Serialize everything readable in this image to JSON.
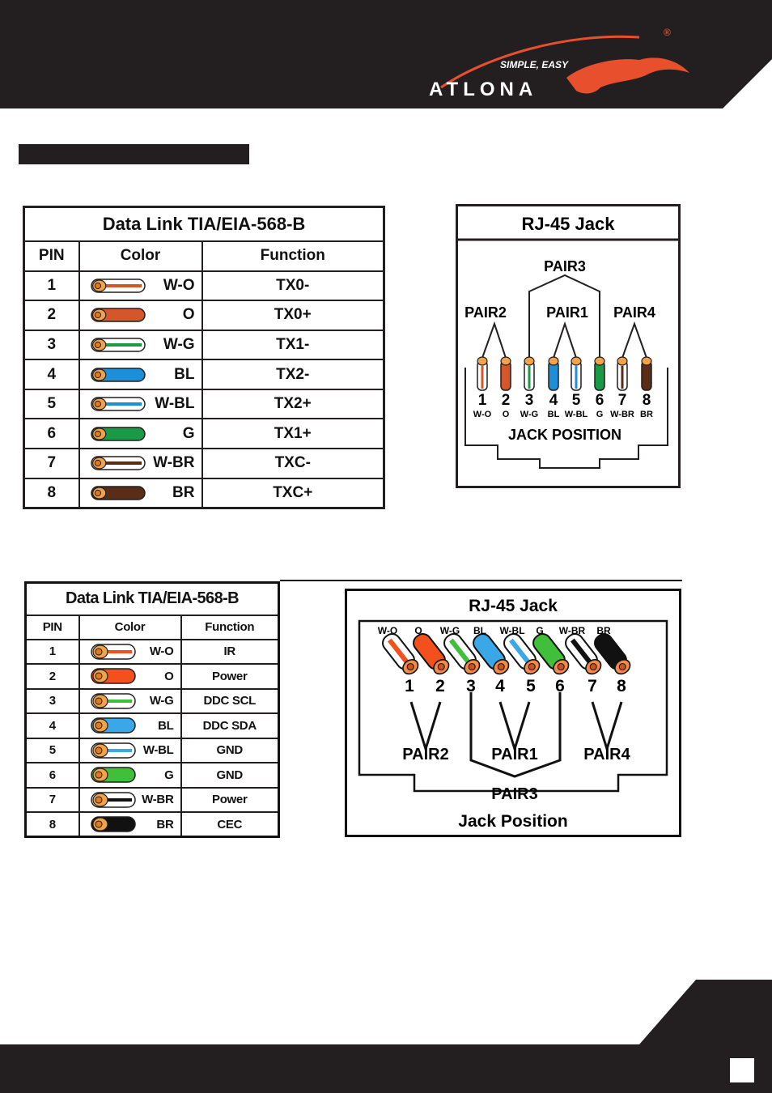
{
  "brand": {
    "tagline": "SIMPLE, EASY",
    "name": "ATLONA",
    "registered_mark": "®",
    "accent_color": "#e8502d",
    "header_color": "#231f20"
  },
  "table_ethernet": {
    "title": "Data Link TIA/EIA-568-B",
    "headers": {
      "pin": "PIN",
      "color": "Color",
      "function": "Function"
    },
    "rows": [
      {
        "pin": "1",
        "color": "W-O",
        "function": "TX0-"
      },
      {
        "pin": "2",
        "color": "O",
        "function": "TX0+"
      },
      {
        "pin": "3",
        "color": "W-G",
        "function": "TX1-"
      },
      {
        "pin": "4",
        "color": "BL",
        "function": "TX2-"
      },
      {
        "pin": "5",
        "color": "W-BL",
        "function": "TX2+"
      },
      {
        "pin": "6",
        "color": "G",
        "function": "TX1+"
      },
      {
        "pin": "7",
        "color": "W-BR",
        "function": "TXC-"
      },
      {
        "pin": "8",
        "color": "BR",
        "function": "TXC+"
      }
    ]
  },
  "jack_ethernet": {
    "title": "RJ-45 Jack",
    "pairs": {
      "pair1": "PAIR1",
      "pair2": "PAIR2",
      "pair3": "PAIR3",
      "pair4": "PAIR4"
    },
    "positions": [
      "1",
      "2",
      "3",
      "4",
      "5",
      "6",
      "7",
      "8"
    ],
    "colors": [
      "W-O",
      "O",
      "W-G",
      "BL",
      "W-BL",
      "G",
      "W-BR",
      "BR"
    ],
    "footer": "JACK POSITION"
  },
  "table_control": {
    "title": "Data Link TIA/EIA-568-B",
    "headers": {
      "pin": "PIN",
      "color": "Color",
      "function": "Function"
    },
    "rows": [
      {
        "pin": "1",
        "color": "W-O",
        "function": "IR"
      },
      {
        "pin": "2",
        "color": "O",
        "function": "Power"
      },
      {
        "pin": "3",
        "color": "W-G",
        "function": "DDC SCL"
      },
      {
        "pin": "4",
        "color": "BL",
        "function": "DDC SDA"
      },
      {
        "pin": "5",
        "color": "W-BL",
        "function": "GND"
      },
      {
        "pin": "6",
        "color": "G",
        "function": "GND"
      },
      {
        "pin": "7",
        "color": "W-BR",
        "function": "Power"
      },
      {
        "pin": "8",
        "color": "BR",
        "function": "CEC"
      }
    ]
  },
  "jack_control": {
    "title": "RJ-45 Jack",
    "colors": [
      "W-O",
      "O",
      "W-G",
      "BL",
      "W-BL",
      "G",
      "W-BR",
      "BR"
    ],
    "positions": [
      "1",
      "2",
      "3",
      "4",
      "5",
      "6",
      "7",
      "8"
    ],
    "pairs": {
      "pair1": "PAIR1",
      "pair2": "PAIR2",
      "pair3": "PAIR3",
      "pair4": "PAIR4"
    },
    "footer": "Jack Position"
  },
  "wire_colors": {
    "orange": "#d4562a",
    "green": "#1a9a46",
    "blue": "#1c8fd6",
    "brown": "#5a2e16",
    "orange_bright": "#f4501e",
    "green_bright": "#3fbf3a",
    "blue_bright": "#3aa8e8",
    "black": "#111111"
  }
}
